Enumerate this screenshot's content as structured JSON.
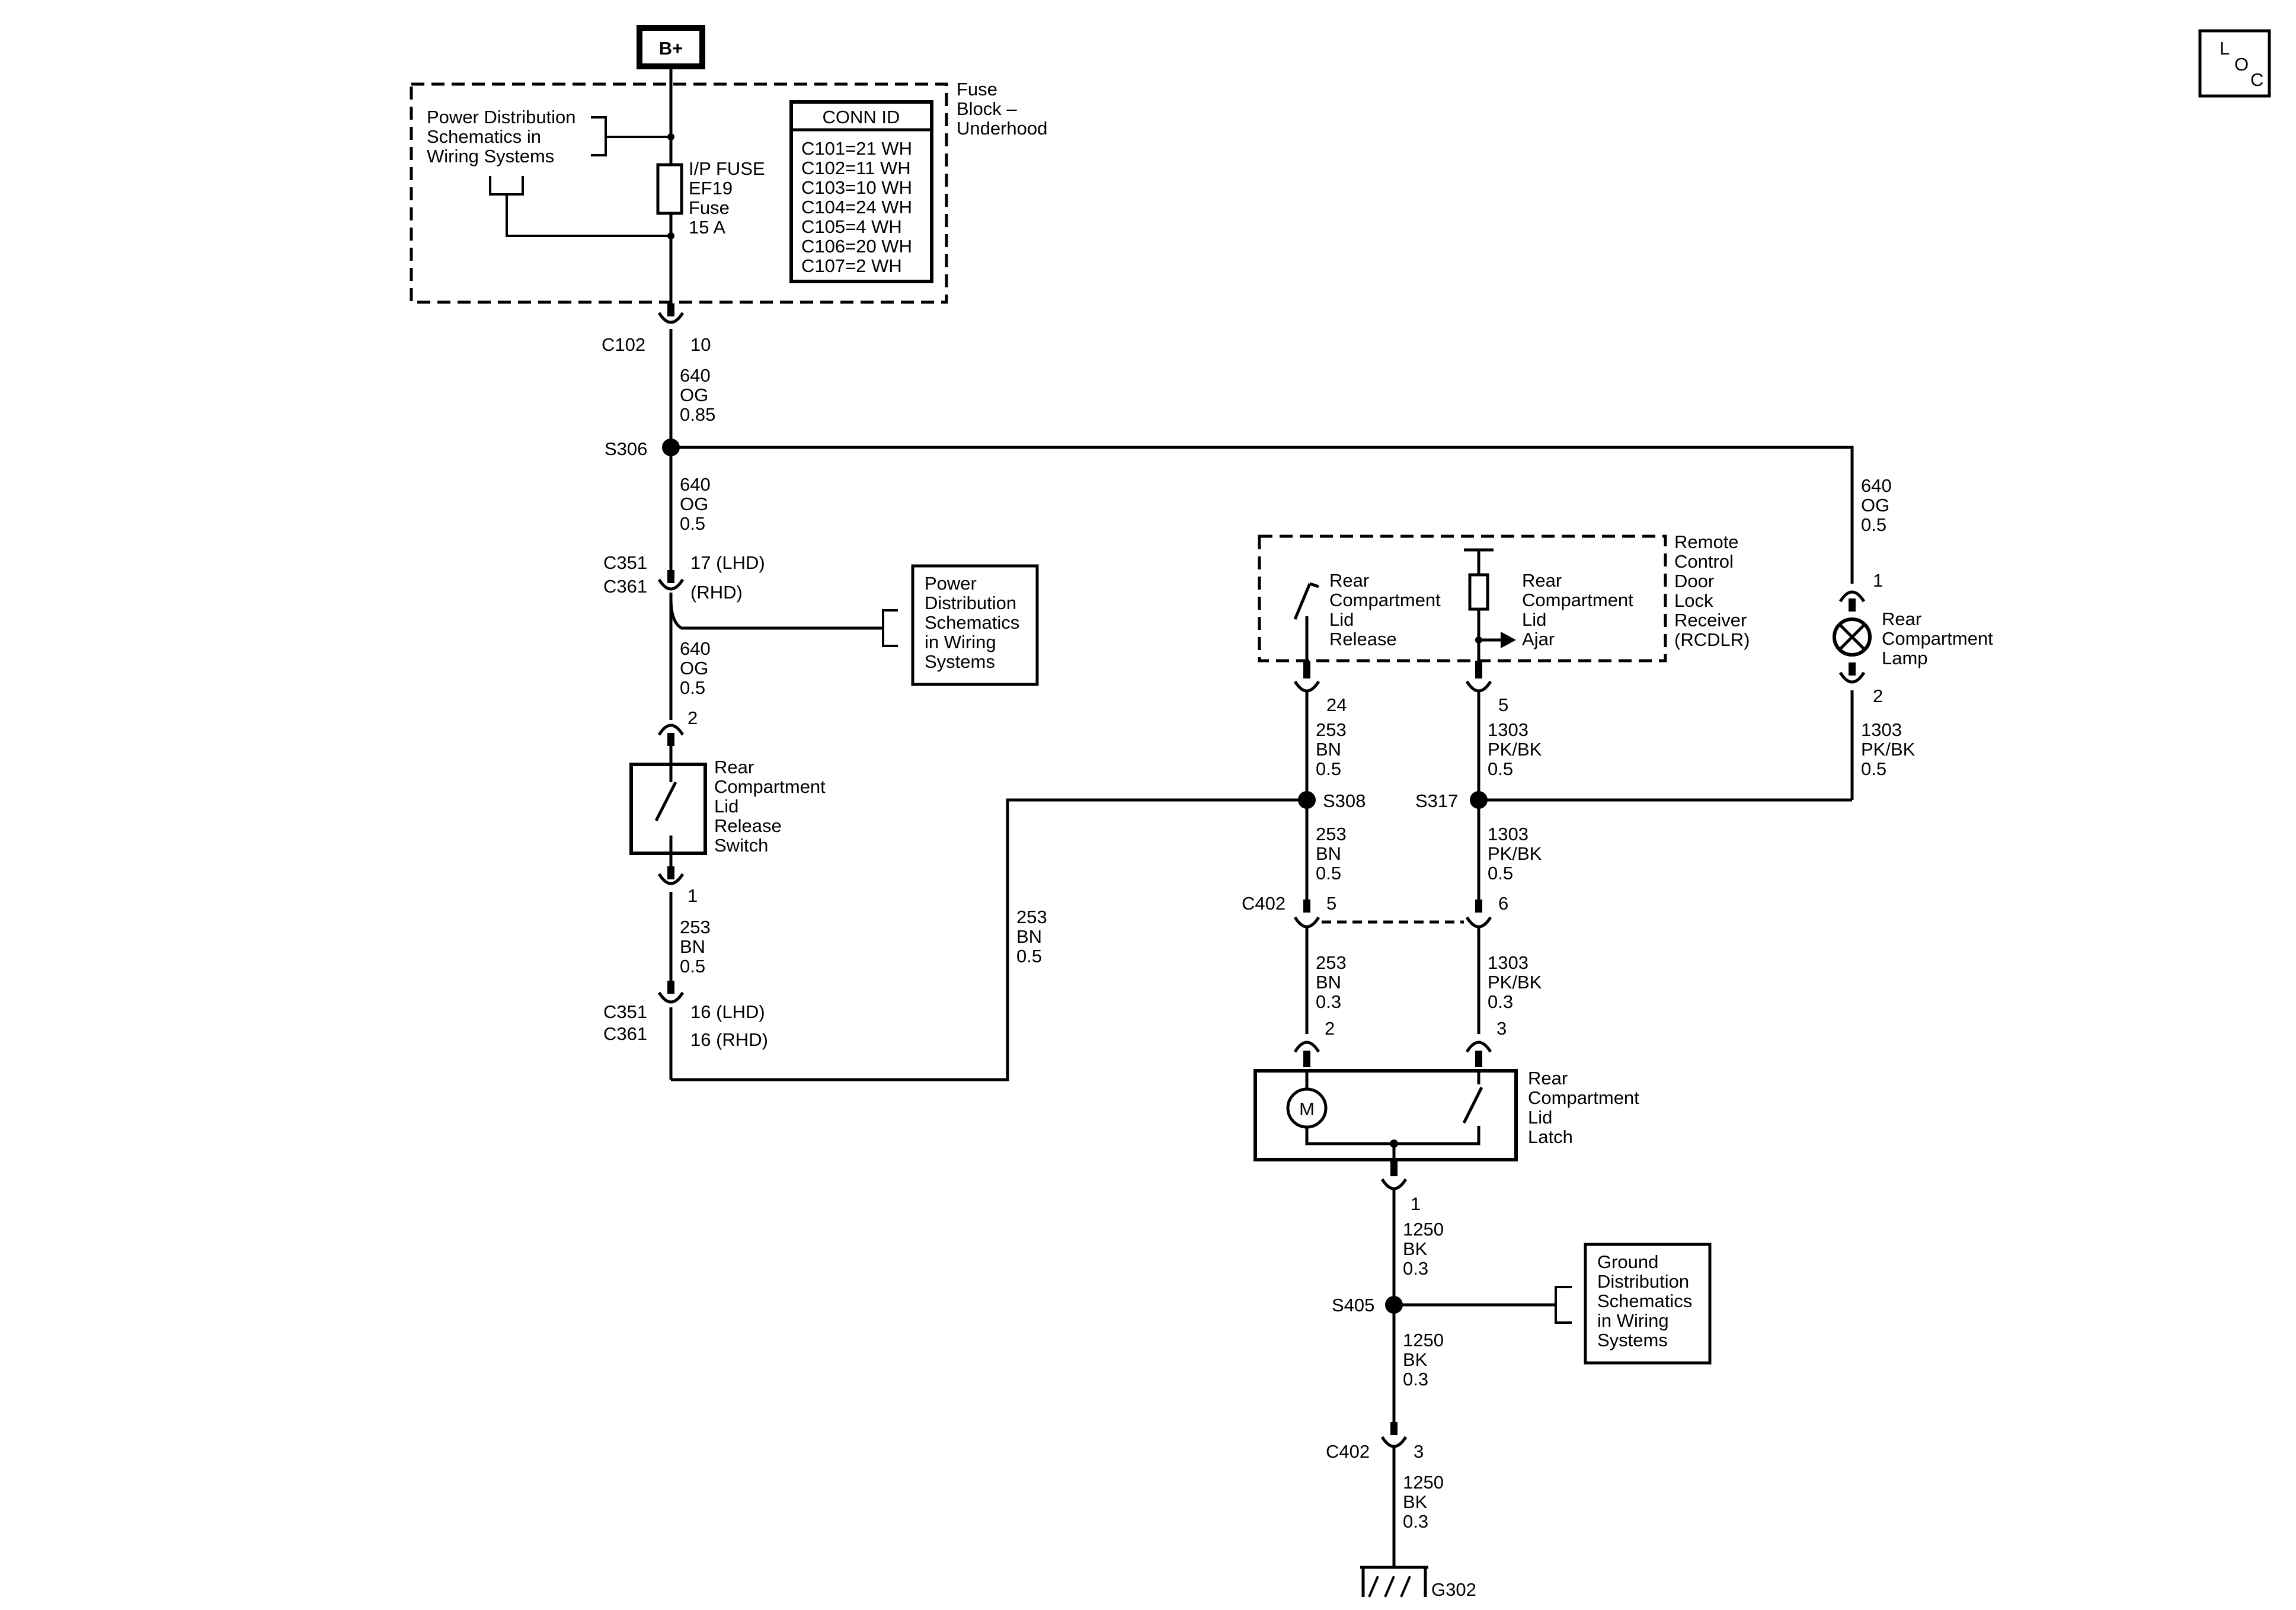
{
  "power_source": {
    "label": "B+"
  },
  "loc_badge": {
    "l": "L",
    "o": "O",
    "c": "C"
  },
  "fuse_block": {
    "label_lines": [
      "Fuse",
      "Block –",
      "Underhood"
    ],
    "power_ref_lines": [
      "Power Distribution",
      "Schematics in",
      "Wiring Systems"
    ],
    "fuse_lines": [
      "I/P FUSE",
      "EF19",
      "Fuse",
      "15 A"
    ],
    "conn_id": {
      "header": "CONN ID",
      "rows": [
        "C101=21 WH",
        "C102=11 WH",
        "C103=10 WH",
        "C104=24 WH",
        "C105=4 WH",
        "C106=20 WH",
        "C107=2 WH"
      ]
    }
  },
  "connectors": {
    "c102": {
      "name": "C102",
      "pin": "10"
    },
    "c351_upper": {
      "name_a": "C351",
      "name_b": "C361",
      "pin_a": "17 (LHD)",
      "pin_b": "(RHD)"
    },
    "c351_lower": {
      "name_a": "C351",
      "name_b": "C361",
      "pin_a": "16 (LHD)",
      "pin_b": "16 (RHD)"
    },
    "switch_top_pin": "2",
    "switch_bottom_pin": "1",
    "c402_mid": {
      "name": "C402",
      "pin_left": "5",
      "pin_right": "6"
    },
    "rcdlr_pin_left": "24",
    "rcdlr_pin_right": "5",
    "lamp_pin_top": "1",
    "lamp_pin_bottom": "2",
    "latch_pin_left": "2",
    "latch_pin_right": "3",
    "latch_pin_bottom": "1",
    "c402_lower": {
      "name": "C402",
      "pin": "3"
    }
  },
  "splices": {
    "s306": "S306",
    "s308": "S308",
    "s317": "S317",
    "s405": "S405"
  },
  "ground": {
    "label": "G302"
  },
  "wires": {
    "w_c102_s306": [
      "640",
      "OG",
      "0.85"
    ],
    "w_s306_c351": [
      "640",
      "OG",
      "0.5"
    ],
    "w_c351_switch": [
      "640",
      "OG",
      "0.5"
    ],
    "w_switch_c351": [
      "253",
      "BN",
      "0.5"
    ],
    "w_return": [
      "253",
      "BN",
      "0.5"
    ],
    "w_lamp_top": [
      "640",
      "OG",
      "0.5"
    ],
    "w_lamp_bottom": [
      "1303",
      "PK/BK",
      "0.5"
    ],
    "w_rcdlr_24": [
      "253",
      "BN",
      "0.5"
    ],
    "w_rcdlr_5": [
      "1303",
      "PK/BK",
      "0.5"
    ],
    "w_s308_c402": [
      "253",
      "BN",
      "0.5"
    ],
    "w_s317_c402": [
      "1303",
      "PK/BK",
      "0.5"
    ],
    "w_c402_latch_left": [
      "253",
      "BN",
      "0.3"
    ],
    "w_c402_latch_right": [
      "1303",
      "PK/BK",
      "0.3"
    ],
    "w_latch_s405": [
      "1250",
      "BK",
      "0.3"
    ],
    "w_s405_c402": [
      "1250",
      "BK",
      "0.3"
    ],
    "w_c402_g302": [
      "1250",
      "BK",
      "0.3"
    ]
  },
  "components": {
    "power_ref_box": [
      "Power",
      "Distribution",
      "Schematics",
      "in Wiring",
      "Systems"
    ],
    "release_switch": [
      "Rear",
      "Compartment",
      "Lid",
      "Release",
      "Switch"
    ],
    "rcdlr_release": [
      "Rear",
      "Compartment",
      "Lid",
      "Release"
    ],
    "rcdlr_ajar": [
      "Rear",
      "Compartment",
      "Lid",
      "Ajar"
    ],
    "rcdlr_name": [
      "Remote",
      "Control",
      "Door",
      "Lock",
      "Receiver",
      "(RCDLR)"
    ],
    "lamp": [
      "Rear",
      "Compartment",
      "Lamp"
    ],
    "latch": [
      "Rear",
      "Compartment",
      "Lid",
      "Latch"
    ],
    "motor_symbol": "M",
    "ground_ref_box": [
      "Ground",
      "Distribution",
      "Schematics",
      "in Wiring",
      "Systems"
    ]
  }
}
